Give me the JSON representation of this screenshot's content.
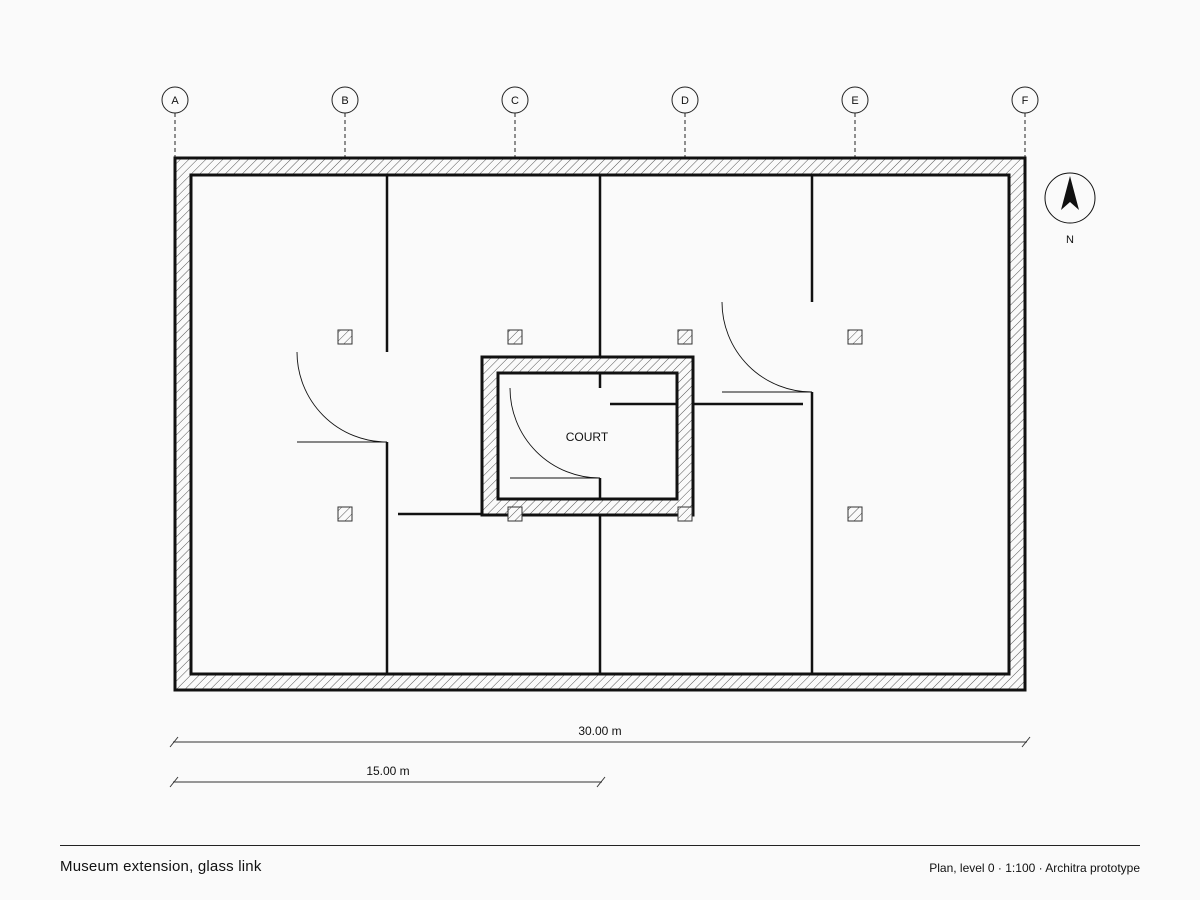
{
  "grid": {
    "labels": [
      "A",
      "B",
      "C",
      "D",
      "E",
      "F"
    ]
  },
  "plan": {
    "room_label": "COURT",
    "north_label": "N"
  },
  "dimensions": {
    "overall": "30.00 m",
    "half": "15.00 m"
  },
  "footer": {
    "title": "Museum extension, glass link",
    "info": "Plan, level 0 · 1:100 · Architra prototype"
  },
  "colors": {
    "background": "#fafafa",
    "line": "#111111",
    "hatch": "#555555"
  }
}
